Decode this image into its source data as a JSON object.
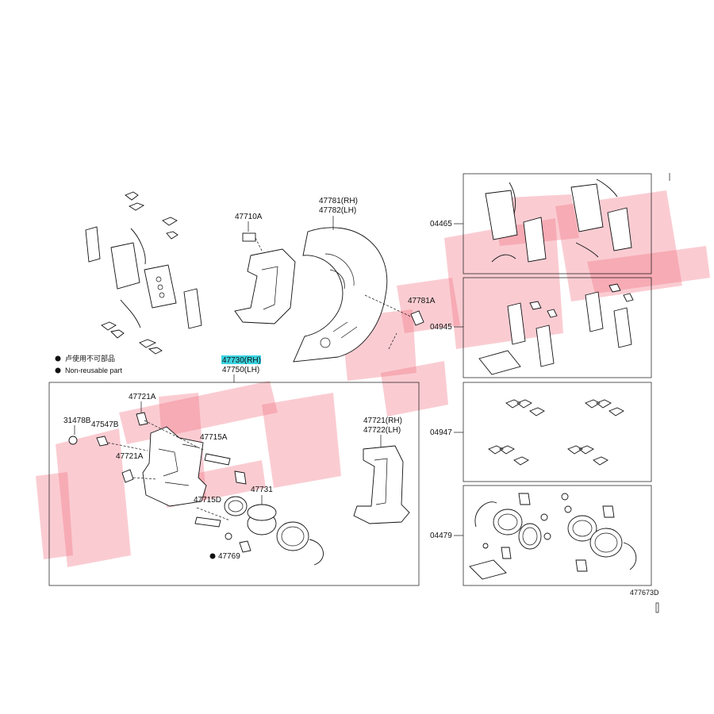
{
  "legend": {
    "note_chinese": "卢使用不可部品",
    "note_english": "Non-reusable part"
  },
  "labels": {
    "p47710A": "47710A",
    "p47781": "47781(RH)",
    "p47782": "47782(LH)",
    "p47781A": "47781A",
    "p47730": "47730(RH)",
    "p47750": "47750(LH)",
    "p47721A_top": "47721A",
    "p31478B": "31478B",
    "p47547B": "47547B",
    "p47721A_mid": "47721A",
    "p47715A": "47715A",
    "p47715D": "47715D",
    "p47731": "47731",
    "p47769": "47769",
    "p47721": "47721(RH)",
    "p47722": "47722(LH)",
    "k04465": "04465",
    "k04945": "04945",
    "k04947": "04947",
    "k04479": "04479",
    "figure_code": "477673D"
  },
  "colors": {
    "highlight": "#3ad4e0",
    "watermark": "#f26d7d",
    "ink": "#111111"
  }
}
